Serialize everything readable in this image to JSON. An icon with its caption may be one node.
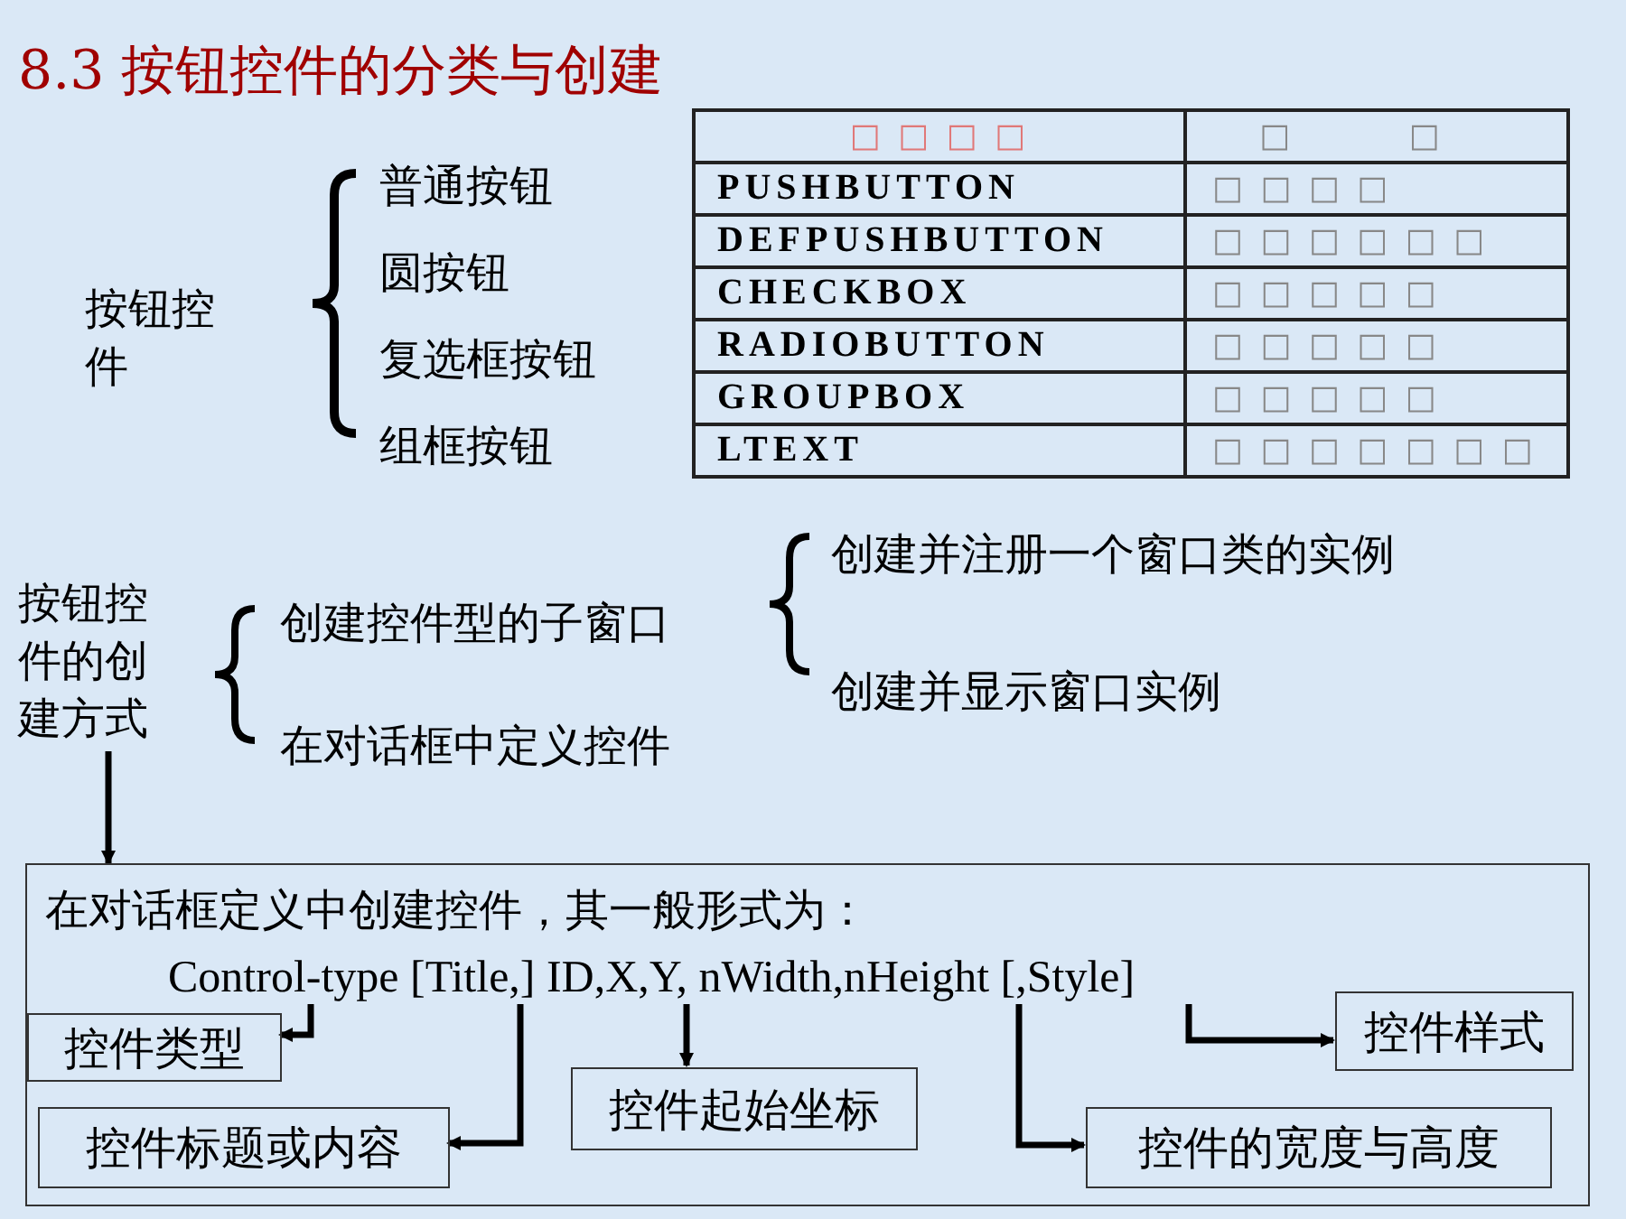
{
  "diagram": {
    "title": "8.3 按钮控件的分类与创建",
    "nodes": [
      {
        "text": [
          "按钮控件的创建方式"
        ]
      },
      {
        "text": [
          "在对话框定义中创建控件，其一般形式为："
        ]
      },
      {
        "text": [
          "Control-type [Title,] ID,X,Y, nWidth,nHeight [,Style]"
        ],
        "in": 1
      },
      {
        "text": [
          "控件类型"
        ],
        "in": 1
      },
      {
        "text": [
          "控件标题或内容"
        ],
        "in": 1
      },
      {
        "text": [
          "控件起始坐标"
        ],
        "in": 1
      },
      {
        "text": [
          "控件的宽度与高度"
        ],
        "in": 1
      },
      {
        "text": [
          "控件样式"
        ],
        "in": 1
      }
    ],
    "edges": [
      {
        "from": 0,
        "to": 1,
        "arrow": "to"
      },
      {
        "from": 2,
        "to": 3,
        "arrow": "to"
      },
      {
        "from": 2,
        "to": 4,
        "arrow": "to"
      },
      {
        "from": 2,
        "to": 5,
        "arrow": "to"
      },
      {
        "from": 2,
        "to": 6,
        "arrow": "to"
      },
      {
        "from": 2,
        "to": 7,
        "arrow": "to"
      }
    ],
    "labels": [
      "按钮控件",
      "普通按钮",
      "圆按钮",
      "复选框按钮",
      "组框按钮",
      "□ □ □ □",
      "□ □",
      "PUSHBUTTON",
      "□ □ □ □",
      "DEFPUSHBUTTON",
      "□ □ □ □ □ □",
      "CHECKBOX",
      "□ □ □ □ □",
      "RADIOBUTTON",
      "□ □ □ □ □",
      "GROUPBOX",
      "□ □ □ □ □",
      "LTEXT",
      "□ □ □ □ □ □ □",
      "创建控件型的子窗口",
      "在对话框中定义控件",
      "创建并注册一个窗口类的实例",
      "创建并显示窗口实例"
    ]
  }
}
